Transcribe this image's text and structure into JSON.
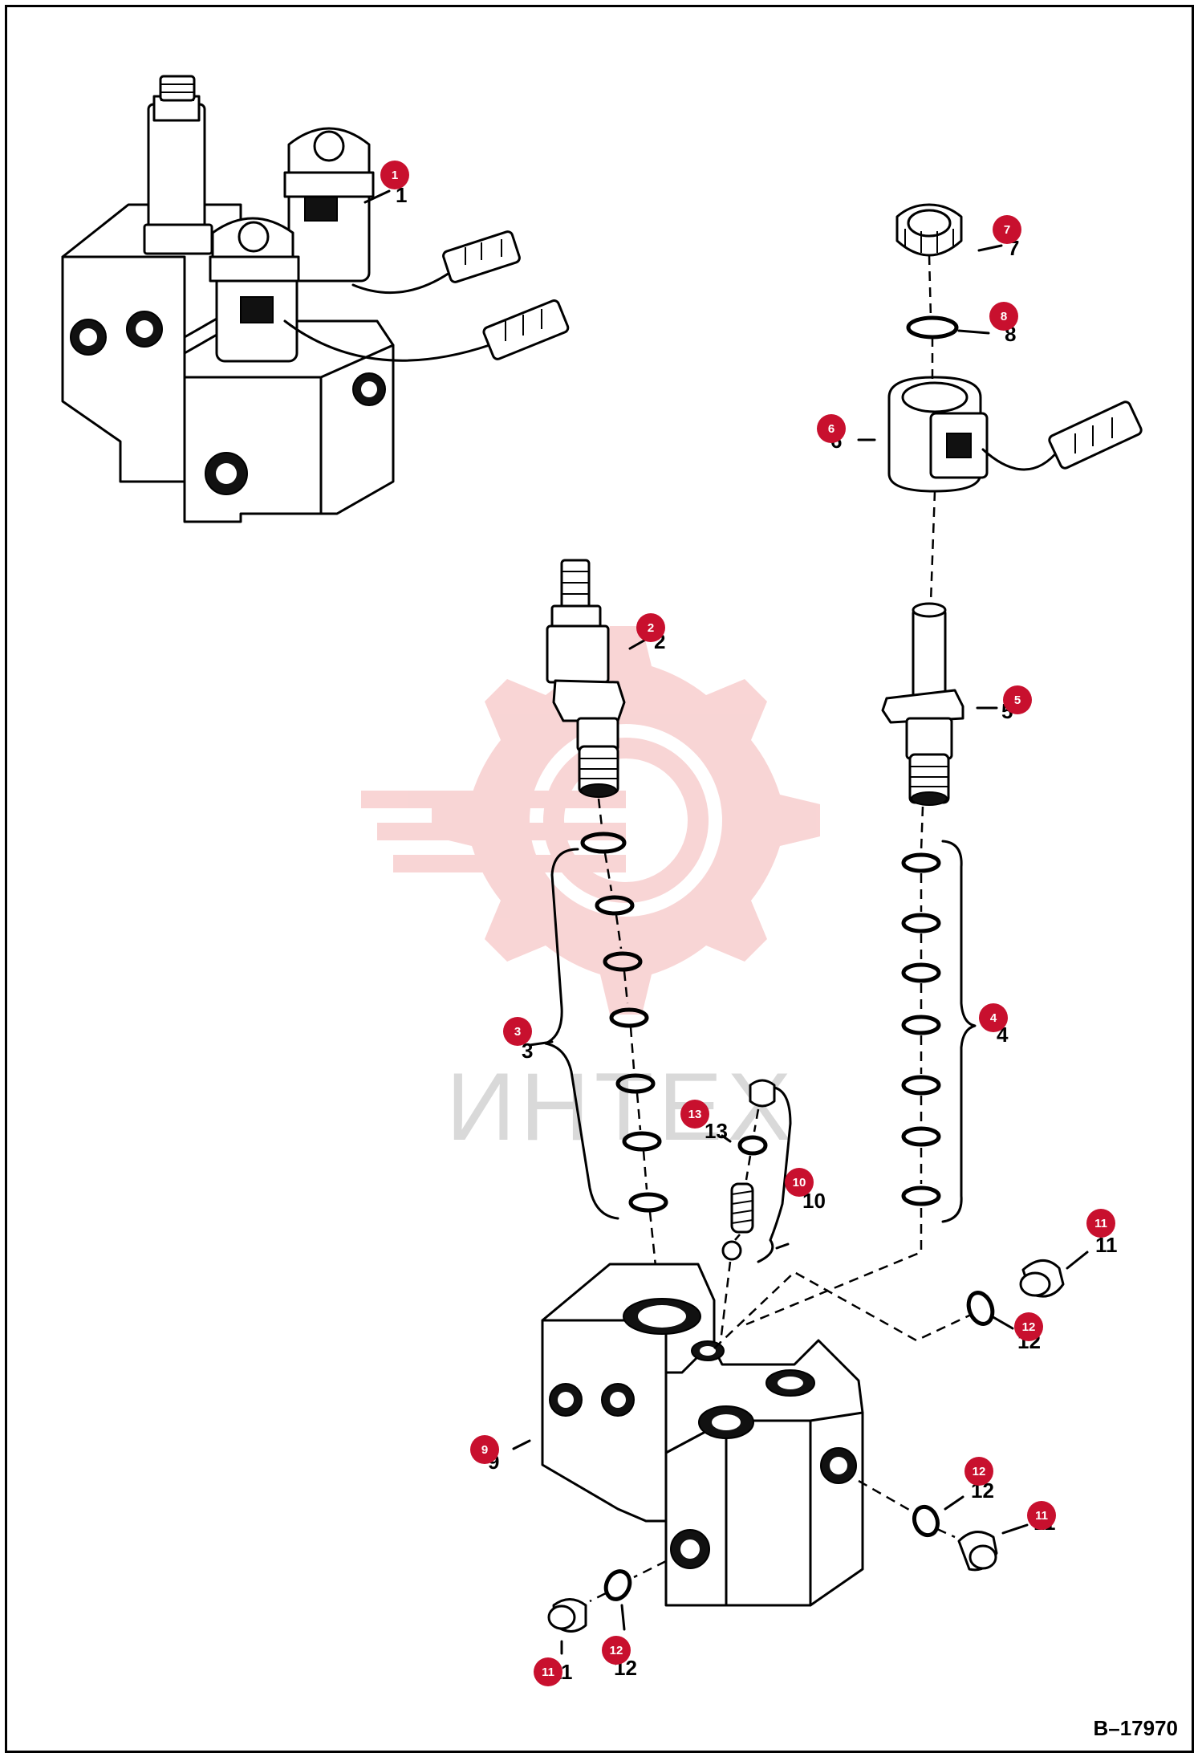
{
  "watermark": {
    "text": "ИНТЕХ",
    "color": "#f4b3b3"
  },
  "drawing_code": "B–17970",
  "callout_color": "#c8102e",
  "callouts": [
    {
      "id": "1",
      "label": "1"
    },
    {
      "id": "2",
      "label": "2"
    },
    {
      "id": "3",
      "label": "3"
    },
    {
      "id": "4",
      "label": "4"
    },
    {
      "id": "5",
      "label": "5"
    },
    {
      "id": "6",
      "label": "6"
    },
    {
      "id": "7",
      "label": "7"
    },
    {
      "id": "8",
      "label": "8"
    },
    {
      "id": "9",
      "label": "9"
    },
    {
      "id": "10",
      "label": "10"
    },
    {
      "id": "11a",
      "label": "11"
    },
    {
      "id": "12a",
      "label": "12"
    },
    {
      "id": "12b",
      "label": "12"
    },
    {
      "id": "11b",
      "label": "11"
    },
    {
      "id": "11c",
      "label": "11"
    },
    {
      "id": "12c",
      "label": "12"
    },
    {
      "id": "13",
      "label": "13"
    }
  ],
  "part_numbers": [
    {
      "id": "1",
      "label": "1"
    },
    {
      "id": "2",
      "label": "2"
    },
    {
      "id": "3",
      "label": "3"
    },
    {
      "id": "4",
      "label": "4"
    },
    {
      "id": "5",
      "label": "5"
    },
    {
      "id": "6",
      "label": "6"
    },
    {
      "id": "7",
      "label": "7"
    },
    {
      "id": "8",
      "label": "8"
    },
    {
      "id": "9",
      "label": "9"
    },
    {
      "id": "10",
      "label": "10"
    },
    {
      "id": "11a",
      "label": "11"
    },
    {
      "id": "12a",
      "label": "12"
    },
    {
      "id": "12b",
      "label": "12"
    },
    {
      "id": "11b",
      "label": "11"
    },
    {
      "id": "11c",
      "label": "11"
    },
    {
      "id": "12c",
      "label": "12"
    },
    {
      "id": "13",
      "label": "13"
    }
  ]
}
